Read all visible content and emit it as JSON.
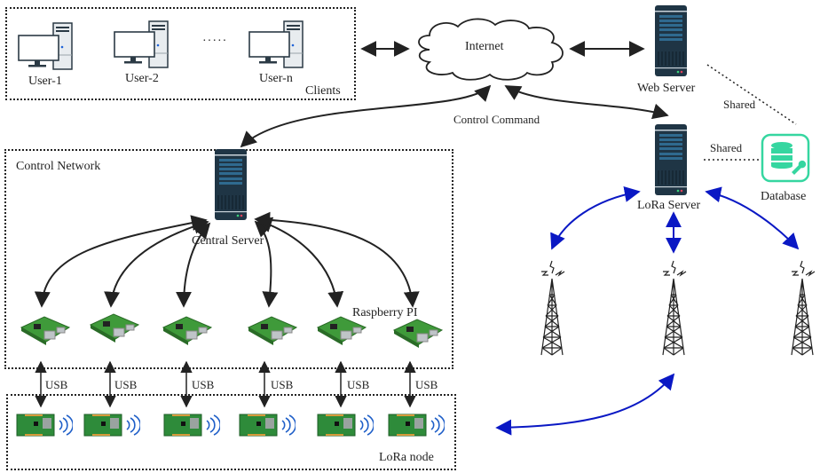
{
  "groups": {
    "clients": "Clients",
    "control_network": "Control Network",
    "lora_node": "LoRa node"
  },
  "clients": [
    {
      "label": "User-1"
    },
    {
      "label": "User-2"
    },
    {
      "label": "User-n"
    }
  ],
  "clients_ellipsis": "·····",
  "nodes": {
    "internet": "Internet",
    "web_server": "Web Server",
    "lora_server": "LoRa Server",
    "database": "Database",
    "central_server": "Central Server",
    "raspberry_pi": "Raspberry PI"
  },
  "edges": {
    "control_command": "Control Command",
    "shared_web_db": "Shared",
    "shared_lora_db": "Shared",
    "usb": [
      "USB",
      "USB",
      "USB",
      "USB",
      "USB",
      "USB"
    ]
  },
  "colors": {
    "line_dark": "#222222",
    "line_blue": "#0a18c4",
    "server_body": "#1f3545",
    "server_panel": "#2f6a8f",
    "database": "#35d6a0",
    "pi_board": "#3f9a3a",
    "lora_board": "#2e8b3a",
    "signal": "#1f5fc8"
  }
}
